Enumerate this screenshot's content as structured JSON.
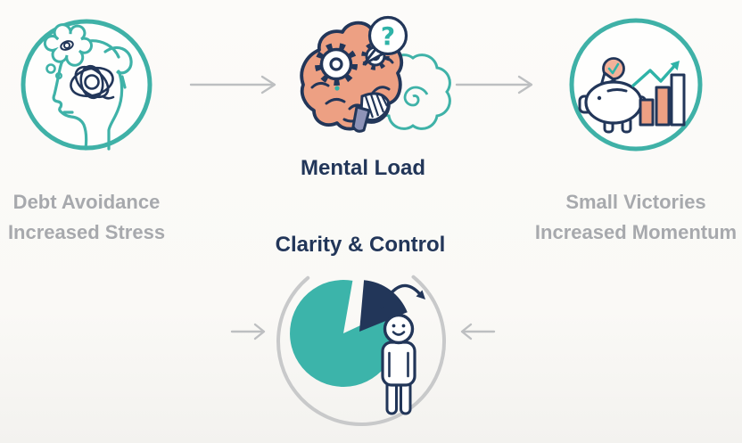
{
  "palette": {
    "teal": "#3FB1A7",
    "navy": "#223659",
    "salmon": "#EDA083",
    "salmon_light": "#F3B199",
    "gray_text": "#A7A9AD",
    "gray_arrow": "#BDBFC1",
    "background": "#FBFAF7"
  },
  "stages": {
    "stage1": {
      "icon": "tangled-thoughts-head-icon",
      "lines": [
        "Debt Avoidance",
        "Increased Stress"
      ]
    },
    "stage2": {
      "icon": "brain-gears-icon",
      "label": "Mental Load",
      "bubble_text": "?"
    },
    "stage3": {
      "icon": "piggy-bank-growth-icon",
      "lines": [
        "Small Victories",
        "Increased Momentum"
      ]
    },
    "outcome": {
      "icon": "pie-chart-person-icon",
      "label": "Clarity & Control"
    }
  }
}
